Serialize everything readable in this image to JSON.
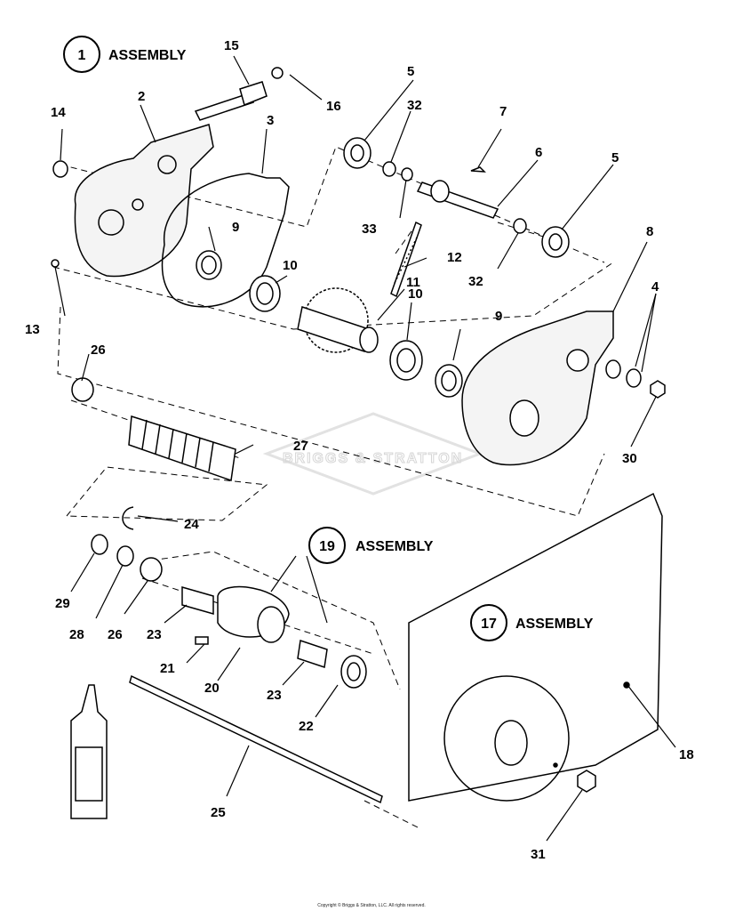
{
  "assemblies": [
    {
      "id": "1",
      "label": "ASSEMBLY"
    },
    {
      "id": "19",
      "label": "ASSEMBLY"
    },
    {
      "id": "17",
      "label": "ASSEMBLY"
    }
  ],
  "callouts": [
    "2",
    "3",
    "4",
    "5",
    "5",
    "6",
    "7",
    "8",
    "9",
    "9",
    "10",
    "10",
    "11",
    "12",
    "13",
    "14",
    "15",
    "16",
    "18",
    "20",
    "21",
    "22",
    "23",
    "23",
    "24",
    "25",
    "26",
    "26",
    "27",
    "28",
    "29",
    "30",
    "31",
    "32",
    "32",
    "33"
  ],
  "watermark": "BRIGGS & STRATTON",
  "copyright": "Copyright © Briggs & Stratton, LLC. All rights reserved."
}
